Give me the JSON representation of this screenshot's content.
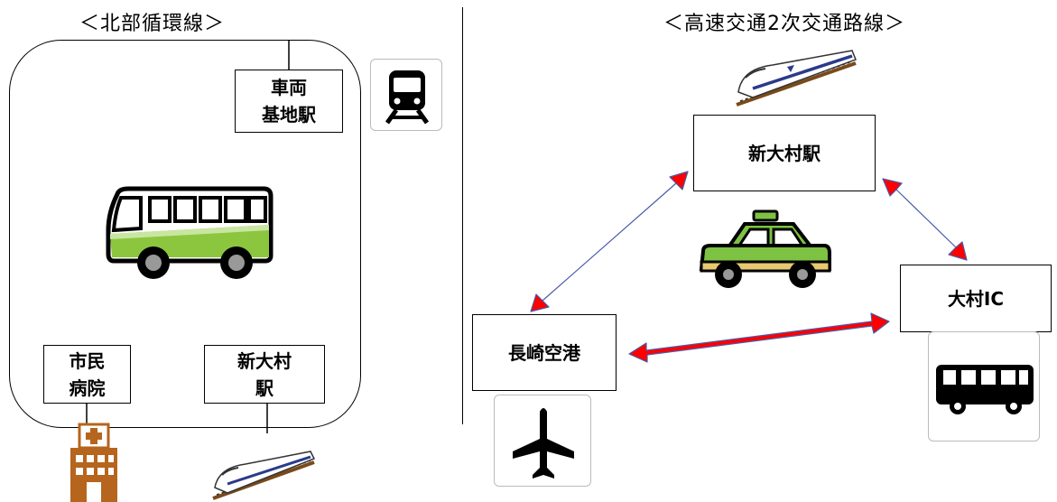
{
  "left": {
    "title": "＜北部循環線＞",
    "depot_station": {
      "line1": "車両",
      "line2": "基地駅"
    },
    "hospital": {
      "line1": "市民",
      "line2": "病院"
    },
    "station": {
      "line1": "新大村",
      "line2": "駅"
    }
  },
  "right": {
    "title": "＜高速交通2次交通路線＞",
    "shin_omura_station": "新大村駅",
    "omura_ic": "大村IC",
    "nagasaki_airport": "長崎空港"
  },
  "colors": {
    "arrow_fill": "#ff0000",
    "arrow_stroke": "#4a5aa8",
    "bus_green": "#8cc63f",
    "taxi_green": "#7dc242",
    "hospital_brown": "#b5651d"
  }
}
